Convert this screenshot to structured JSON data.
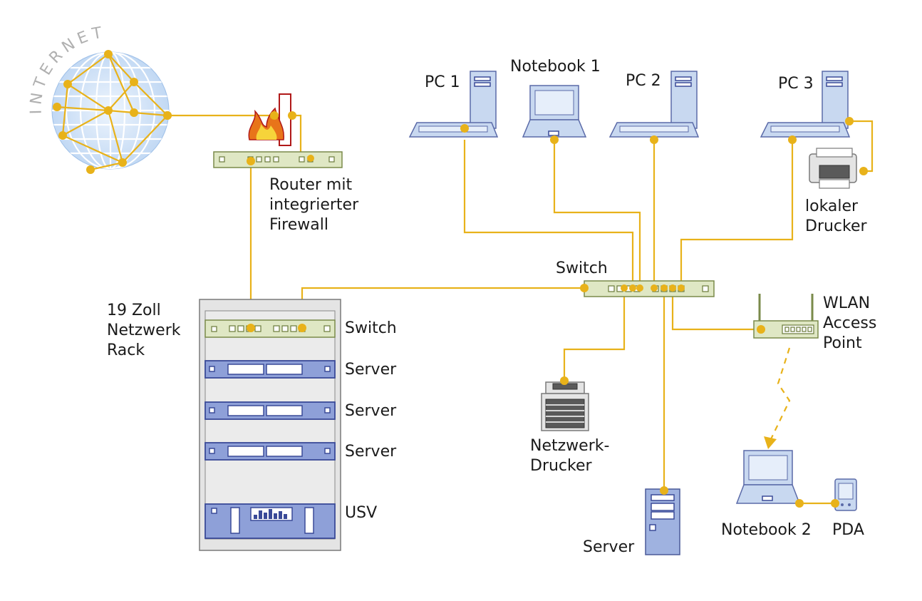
{
  "diagram": {
    "internet_label": "INTERNET",
    "router_label": [
      "Router mit",
      "integrierter",
      "Firewall"
    ],
    "rack_label": [
      "19 Zoll",
      "Netzwerk",
      "Rack"
    ],
    "rack_items": [
      "Switch",
      "Server",
      "Server",
      "Server",
      "USV"
    ],
    "pc1": "PC 1",
    "notebook1": "Notebook 1",
    "pc2": "PC 2",
    "pc3": "PC 3",
    "local_printer": [
      "lokaler",
      "Drucker"
    ],
    "switch_label": "Switch",
    "wlan_label": [
      "WLAN",
      "Access",
      "Point"
    ],
    "net_printer": [
      "Netzwerk-",
      "Drucker"
    ],
    "server_label": "Server",
    "notebook2": "Notebook 2",
    "pda": "PDA",
    "colors": {
      "link": "#e8b21a",
      "device_blue": "#c8d8f0",
      "device_green": "#dfe7c4",
      "globe": "#cfe2f8"
    }
  }
}
